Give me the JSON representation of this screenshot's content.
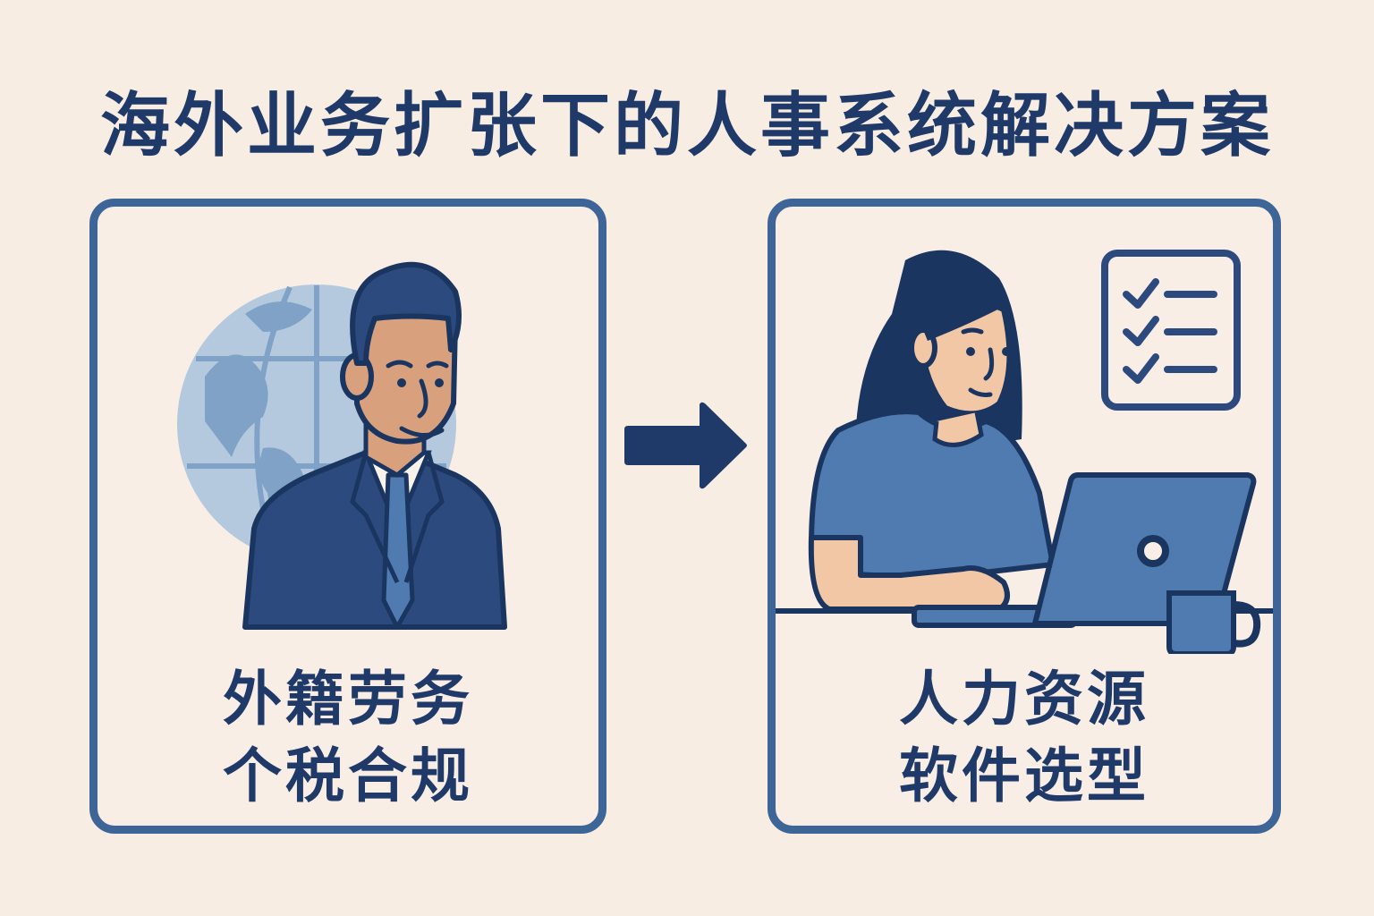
{
  "title": "海外业务扩张下的人事系统解决方案",
  "panels": [
    {
      "id": "left",
      "illustration": "businessman-with-globe",
      "label_lines": [
        "外籍劳务",
        "个税合规"
      ]
    },
    {
      "id": "right",
      "illustration": "woman-at-laptop-with-checklist",
      "label_lines": [
        "人力资源",
        "软件选型"
      ]
    }
  ],
  "arrow": {
    "icon": "right-arrow-icon",
    "direction": "left-to-right"
  },
  "colors": {
    "background": "#f8ede3",
    "primary_navy": "#1f3a68",
    "border_blue": "#3e6597",
    "mid_blue": "#4f7bb0",
    "globe_light": "#b4c9de",
    "skin": "#d9a07d",
    "skin_light": "#f2c7a6"
  }
}
